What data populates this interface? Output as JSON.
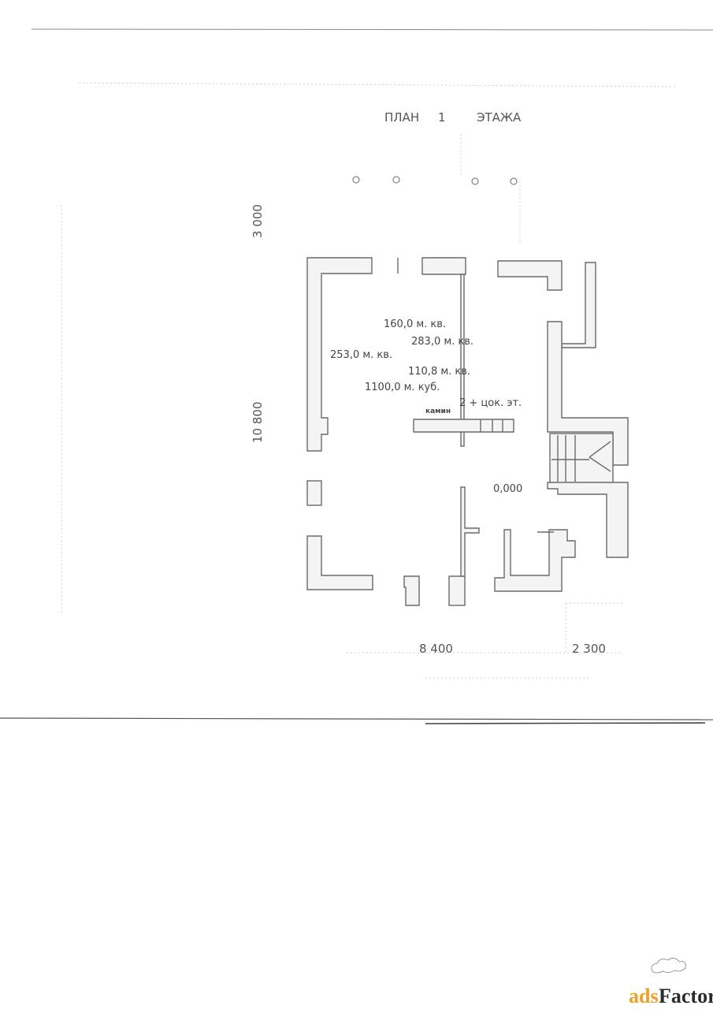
{
  "plan": {
    "title_plan": "ПЛАН",
    "title_floor_number": "1",
    "title_floor": "ЭТАЖА",
    "stats": [
      "160,0  м. кв.",
      "283,0  м. кв.",
      "253,0  м. кв.",
      "110,8  м. кв.",
      "1100,0  м. куб.",
      "2  +  цок.  эт."
    ],
    "fireplace_label": "камин",
    "level_mark": "0,000",
    "dimensions": {
      "porch_depth": "3 000",
      "house_depth": "10 800",
      "house_width": "8 400",
      "annex_width": "2 300"
    }
  },
  "watermark": {
    "brand": "adsFactory",
    "brand_prefix": "ads",
    "brand_suffix": "Factory",
    "prefix_color": "#f0a020",
    "suffix_color": "#2a2a2a"
  }
}
